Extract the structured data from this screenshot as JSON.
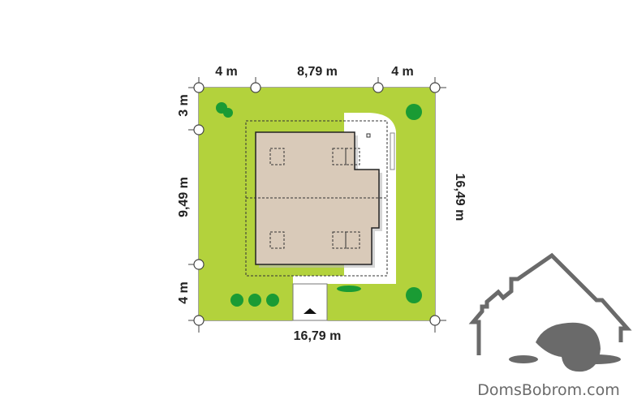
{
  "site_plan": {
    "dimensions": {
      "top_left": "4 m",
      "top_middle": "8,79 m",
      "top_right": "4 m",
      "left_top": "3 m",
      "left_middle": "9,49 m",
      "left_bottom": "4 m",
      "right": "16,49 m",
      "bottom": "16,79 m"
    },
    "colors": {
      "lawn": "#b3d23c",
      "tree": "#1a9b34",
      "roof": "#d9cab9",
      "paving": "#ffffff"
    }
  },
  "logo": {
    "text": "DomsBobrom.com"
  }
}
